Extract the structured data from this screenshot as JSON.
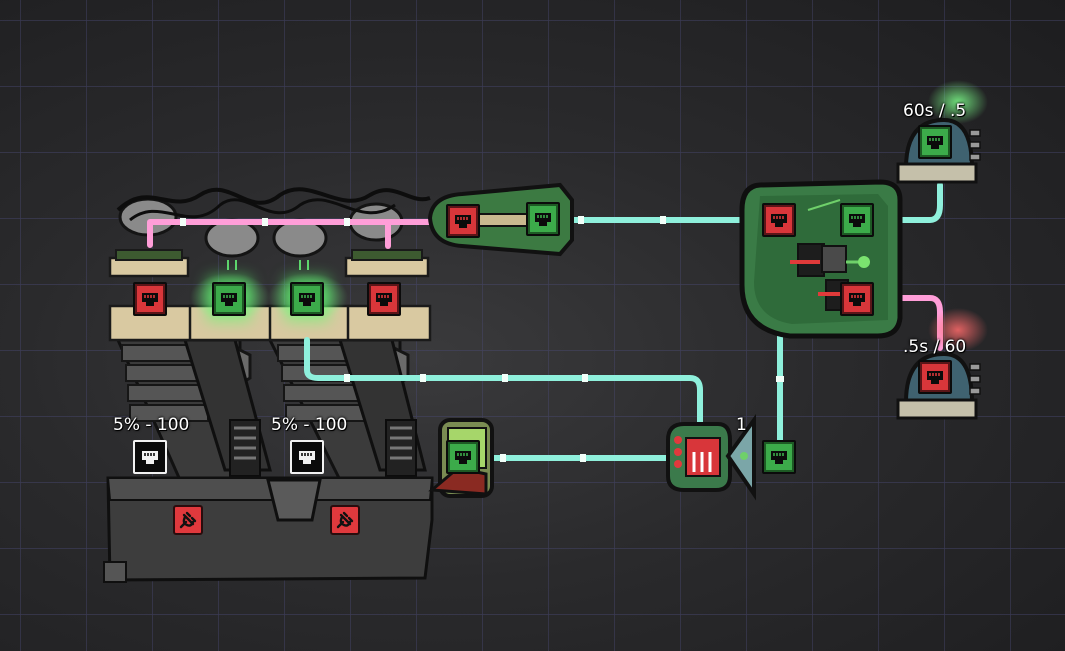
{
  "labels": {
    "timer_top": "60s / .5",
    "timer_bottom": ".5s / 60",
    "sensor_left": "5% - 100",
    "sensor_right": "5% - 100",
    "counter_value": "1"
  },
  "colors": {
    "wire_cyan": "#8ff0dc",
    "wire_pink": "#ff9ed8",
    "port_red": "#d8363a",
    "port_green": "#3cab4a",
    "machine_body": "#3a3a3a",
    "logic_board": "#2f6b3a",
    "grid_line": "#4b4a78"
  },
  "icons": {
    "port": "ethernet-port-icon",
    "warning": "power-plug-warning-icon"
  }
}
